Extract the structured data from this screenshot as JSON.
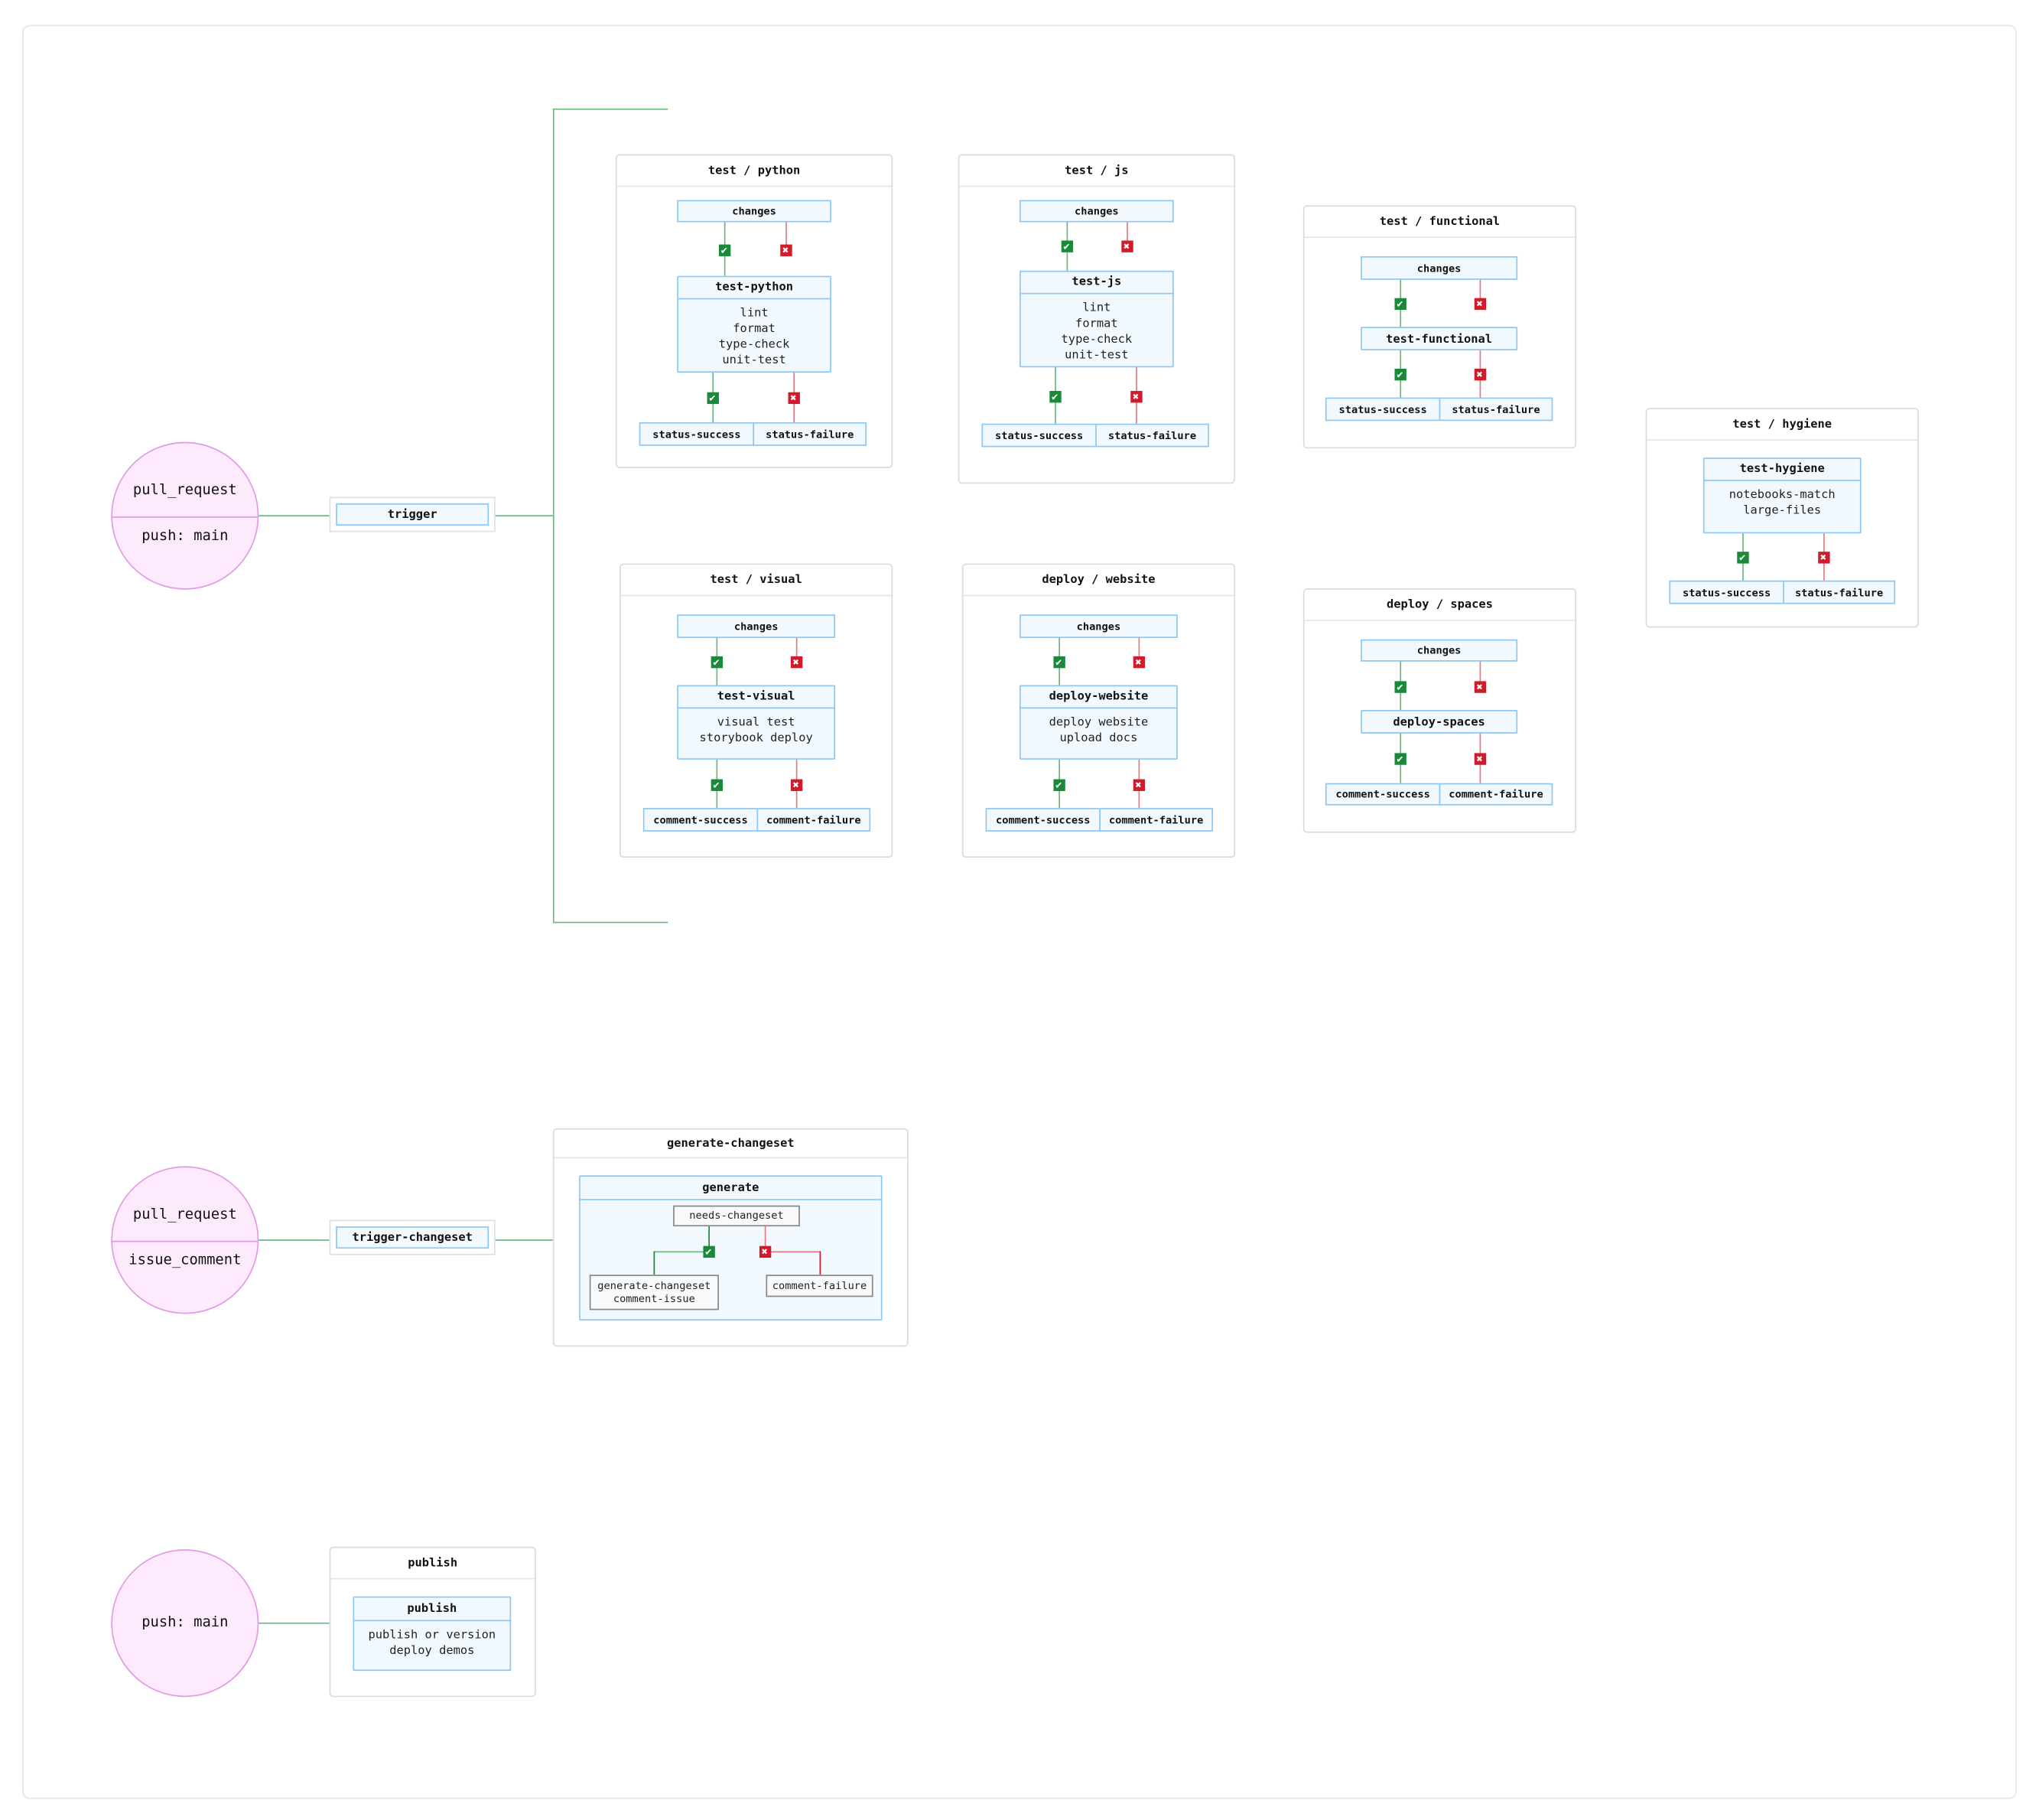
{
  "colors": {
    "success": "#1a8a3a",
    "failure": "#d11a2a",
    "success_line": "#6cb87f",
    "failure_line": "#e57a85",
    "job_border": "#8cc8f5",
    "job_fill": "#f2f9fe",
    "event_fill": "#fdeafd",
    "event_border": "#e39ae6"
  },
  "icons": {
    "success": "check-icon",
    "failure": "x-icon"
  },
  "triggers": [
    {
      "events": [
        "pull_request",
        "push: main"
      ],
      "job": "trigger"
    },
    {
      "events": [
        "pull_request",
        "issue_comment"
      ],
      "job": "trigger-changeset"
    },
    {
      "events": [
        "push: main"
      ]
    }
  ],
  "workflows": [
    {
      "title": "test / python",
      "changes": "changes",
      "job": {
        "name": "test-python",
        "steps": [
          "lint",
          "format",
          "type-check",
          "unit-test"
        ]
      },
      "outcomes": [
        "status-success",
        "status-failure"
      ]
    },
    {
      "title": "test / js",
      "changes": "changes",
      "job": {
        "name": "test-js",
        "steps": [
          "lint",
          "format",
          "type-check",
          "unit-test"
        ]
      },
      "outcomes": [
        "status-success",
        "status-failure"
      ]
    },
    {
      "title": "test / functional",
      "changes": "changes",
      "job": {
        "name": "test-functional",
        "steps": []
      },
      "outcomes": [
        "status-success",
        "status-failure"
      ]
    },
    {
      "title": "test / hygiene",
      "job": {
        "name": "test-hygiene",
        "steps": [
          "notebooks-match",
          "large-files"
        ]
      },
      "outcomes": [
        "status-success",
        "status-failure"
      ]
    },
    {
      "title": "test / visual",
      "changes": "changes",
      "job": {
        "name": "test-visual",
        "steps": [
          "visual test",
          "storybook deploy"
        ]
      },
      "outcomes": [
        "comment-success",
        "comment-failure"
      ]
    },
    {
      "title": "deploy / website",
      "changes": "changes",
      "job": {
        "name": "deploy-website",
        "steps": [
          "deploy website",
          "upload docs"
        ]
      },
      "outcomes": [
        "comment-success",
        "comment-failure"
      ]
    },
    {
      "title": "deploy / spaces",
      "changes": "changes",
      "job": {
        "name": "deploy-spaces",
        "steps": []
      },
      "outcomes": [
        "comment-success",
        "comment-failure"
      ]
    }
  ],
  "changeset": {
    "title": "generate-changeset",
    "job": "generate",
    "check": "needs-changeset",
    "success": [
      "generate-changeset",
      "comment-issue"
    ],
    "failure": "comment-failure"
  },
  "publish": {
    "title": "publish",
    "job": {
      "name": "publish",
      "steps": [
        "publish or version",
        "deploy demos"
      ]
    }
  }
}
